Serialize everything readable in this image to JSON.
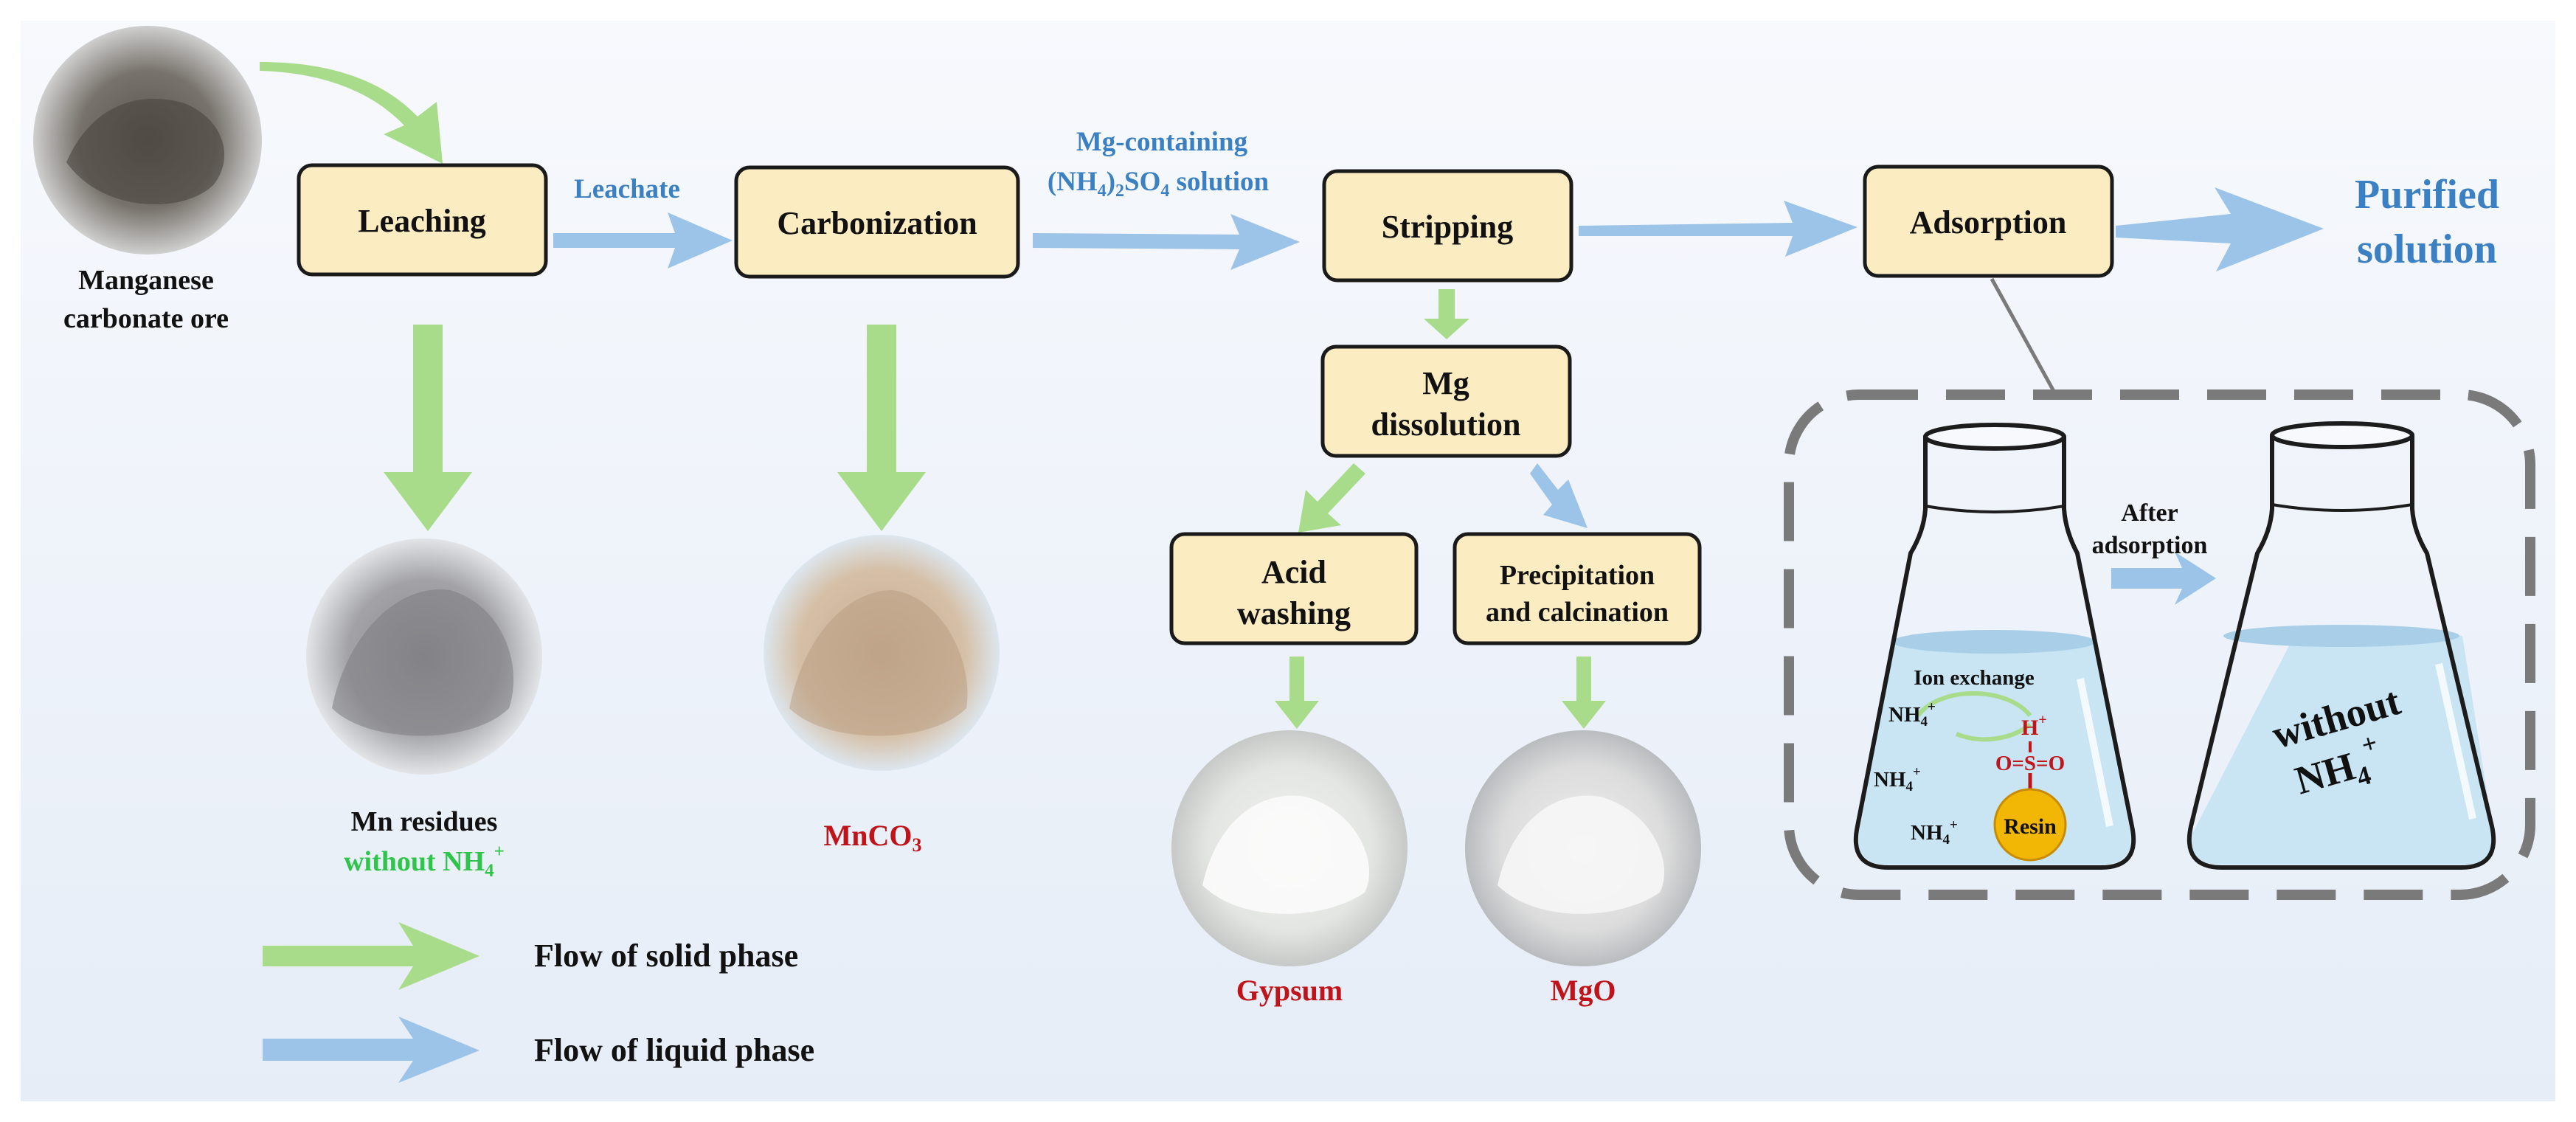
{
  "ore": {
    "line1": "Manganese",
    "line2": "carbonate ore"
  },
  "process": {
    "leaching": "Leaching",
    "carbonization": "Carbonization",
    "stripping": "Stripping",
    "mg_dissolution": {
      "line1": "Mg",
      "line2": "dissolution"
    },
    "acid_washing": {
      "line1": "Acid",
      "line2": "washing"
    },
    "precipitation": {
      "line1": "Precipitation",
      "line2": "and calcination"
    },
    "adsorption": "Adsorption"
  },
  "flow_labels": {
    "leachate": "Leachate",
    "mg_solution_line1": "Mg-containing",
    "mg_solution_line2_pre": "(NH",
    "mg_solution_sub4": "4",
    "mg_solution_close": ")",
    "mg_solution_sub2": "2",
    "mg_solution_so": "SO",
    "mg_solution_solution": " solution",
    "purified_line1": "Purified",
    "purified_line2": "solution"
  },
  "products": {
    "mn_residues_line1": "Mn residues",
    "mn_residues_line2": "without NH",
    "mnco3_main": "MnCO",
    "mnco3_sub": "3",
    "gypsum": "Gypsum",
    "mgo": "MgO"
  },
  "inset": {
    "after": "After",
    "adsorption": "adsorption",
    "ion_exchange": "Ion exchange",
    "nh4": "NH",
    "sub4": "4",
    "plus": "+",
    "h": "H",
    "sulfonate": "O=S=O",
    "resin": "Resin",
    "without": "without"
  },
  "legend": {
    "solid": "Flow of solid phase",
    "liquid": "Flow of liquid phase"
  },
  "colors": {
    "box_fill": "#fcecc2",
    "solid_arrow": "#a8dc8a",
    "liquid_arrow": "#9cc3e8",
    "blue_text": "#3a80c2",
    "green_text": "#2fc44a",
    "red_text": "#c0141b",
    "liquid": "#c9e4f3"
  }
}
